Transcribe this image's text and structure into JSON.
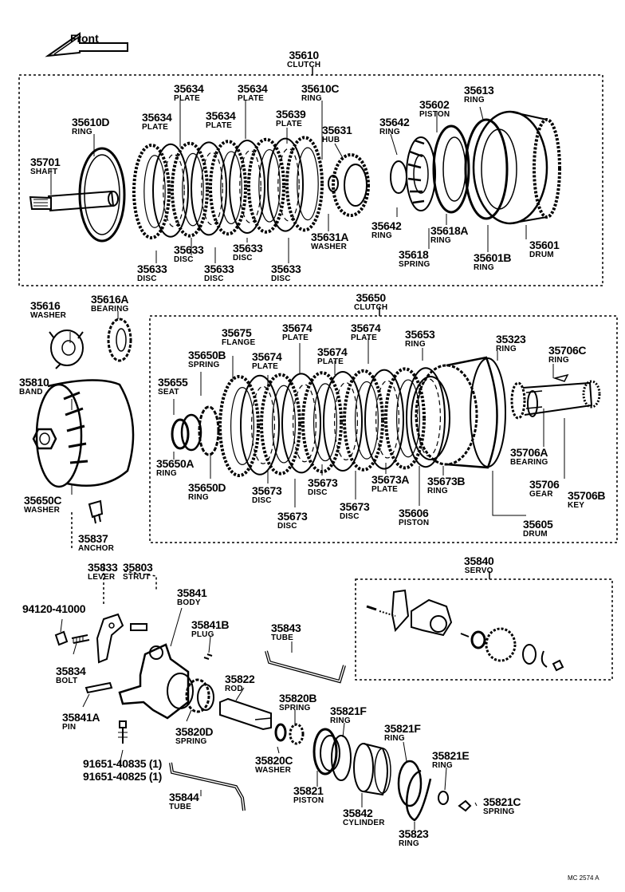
{
  "front_label": "Front",
  "footer_code": "MC 2574 A",
  "groups": {
    "clutch1": {
      "pn": "35610",
      "name": "CLUTCH"
    },
    "clutch2": {
      "pn": "35650",
      "name": "CLUTCH"
    },
    "servo": {
      "pn": "35840",
      "name": "SERVO"
    }
  },
  "labels": [
    {
      "pn": "35610D",
      "nm": "RING"
    },
    {
      "pn": "35634",
      "nm": "PLATE"
    },
    {
      "pn": "35634",
      "nm": "PLATE"
    },
    {
      "pn": "35634",
      "nm": "PLATE"
    },
    {
      "pn": "35634",
      "nm": "PLATE"
    },
    {
      "pn": "35610C",
      "nm": "RING"
    },
    {
      "pn": "35639",
      "nm": "PLATE"
    },
    {
      "pn": "35631",
      "nm": "HUB"
    },
    {
      "pn": "35642",
      "nm": "RING"
    },
    {
      "pn": "35602",
      "nm": "PISTON"
    },
    {
      "pn": "35613",
      "nm": "RING"
    },
    {
      "pn": "35701",
      "nm": "SHAFT"
    },
    {
      "pn": "35633",
      "nm": "DISC"
    },
    {
      "pn": "35633",
      "nm": "DISC"
    },
    {
      "pn": "35633",
      "nm": "DISC"
    },
    {
      "pn": "35633",
      "nm": "DISC"
    },
    {
      "pn": "35633",
      "nm": "DISC"
    },
    {
      "pn": "35631A",
      "nm": "WASHER"
    },
    {
      "pn": "35642",
      "nm": "RING"
    },
    {
      "pn": "35618",
      "nm": "SPRING"
    },
    {
      "pn": "35618A",
      "nm": "RING"
    },
    {
      "pn": "35601B",
      "nm": "RING"
    },
    {
      "pn": "35601",
      "nm": "DRUM"
    },
    {
      "pn": "35616",
      "nm": "WASHER"
    },
    {
      "pn": "35616A",
      "nm": "BEARING"
    },
    {
      "pn": "35675",
      "nm": "FLANGE"
    },
    {
      "pn": "35674",
      "nm": "PLATE"
    },
    {
      "pn": "35674",
      "nm": "PLATE"
    },
    {
      "pn": "35653",
      "nm": "RING"
    },
    {
      "pn": "35323",
      "nm": "RING"
    },
    {
      "pn": "35706C",
      "nm": "RING"
    },
    {
      "pn": "35650B",
      "nm": "SPRING"
    },
    {
      "pn": "35674",
      "nm": "PLATE"
    },
    {
      "pn": "35674",
      "nm": "PLATE"
    },
    {
      "pn": "35655",
      "nm": "SEAT"
    },
    {
      "pn": "35810",
      "nm": "BAND"
    },
    {
      "pn": "35650A",
      "nm": "RING"
    },
    {
      "pn": "35650D",
      "nm": "RING"
    },
    {
      "pn": "35673",
      "nm": "DISC"
    },
    {
      "pn": "35673",
      "nm": "DISC"
    },
    {
      "pn": "35673A",
      "nm": "PLATE"
    },
    {
      "pn": "35673B",
      "nm": "RING"
    },
    {
      "pn": "35706A",
      "nm": "BEARING"
    },
    {
      "pn": "35706",
      "nm": "GEAR"
    },
    {
      "pn": "35706B",
      "nm": "KEY"
    },
    {
      "pn": "35673",
      "nm": "DISC"
    },
    {
      "pn": "35673",
      "nm": "DISC"
    },
    {
      "pn": "35606",
      "nm": "PISTON"
    },
    {
      "pn": "35605",
      "nm": "DRUM"
    },
    {
      "pn": "35650C",
      "nm": "WASHER"
    },
    {
      "pn": "35837",
      "nm": "ANCHOR"
    },
    {
      "pn": "35833",
      "nm": "LEVER"
    },
    {
      "pn": "35803",
      "nm": "STRUT"
    },
    {
      "pn": "35841",
      "nm": "BODY"
    },
    {
      "pn": "35841B",
      "nm": "PLUG"
    },
    {
      "pn": "35843",
      "nm": "TUBE"
    },
    {
      "pn": "94120-41000",
      "nm": ""
    },
    {
      "pn": "35834",
      "nm": "BOLT"
    },
    {
      "pn": "35822",
      "nm": "ROD"
    },
    {
      "pn": "35820B",
      "nm": "SPRING"
    },
    {
      "pn": "35821F",
      "nm": "RING"
    },
    {
      "pn": "35821F",
      "nm": "RING"
    },
    {
      "pn": "35841A",
      "nm": "PIN"
    },
    {
      "pn": "35820D",
      "nm": "SPRING"
    },
    {
      "pn": "35821E",
      "nm": "RING"
    },
    {
      "pn": "91651-40835 (1)",
      "nm": ""
    },
    {
      "pn": "91651-40825 (1)",
      "nm": ""
    },
    {
      "pn": "35820C",
      "nm": "WASHER"
    },
    {
      "pn": "35844",
      "nm": "TUBE"
    },
    {
      "pn": "35821",
      "nm": "PISTON"
    },
    {
      "pn": "35821C",
      "nm": "SPRING"
    },
    {
      "pn": "35842",
      "nm": "CYLINDER"
    },
    {
      "pn": "35823",
      "nm": "RING"
    }
  ]
}
